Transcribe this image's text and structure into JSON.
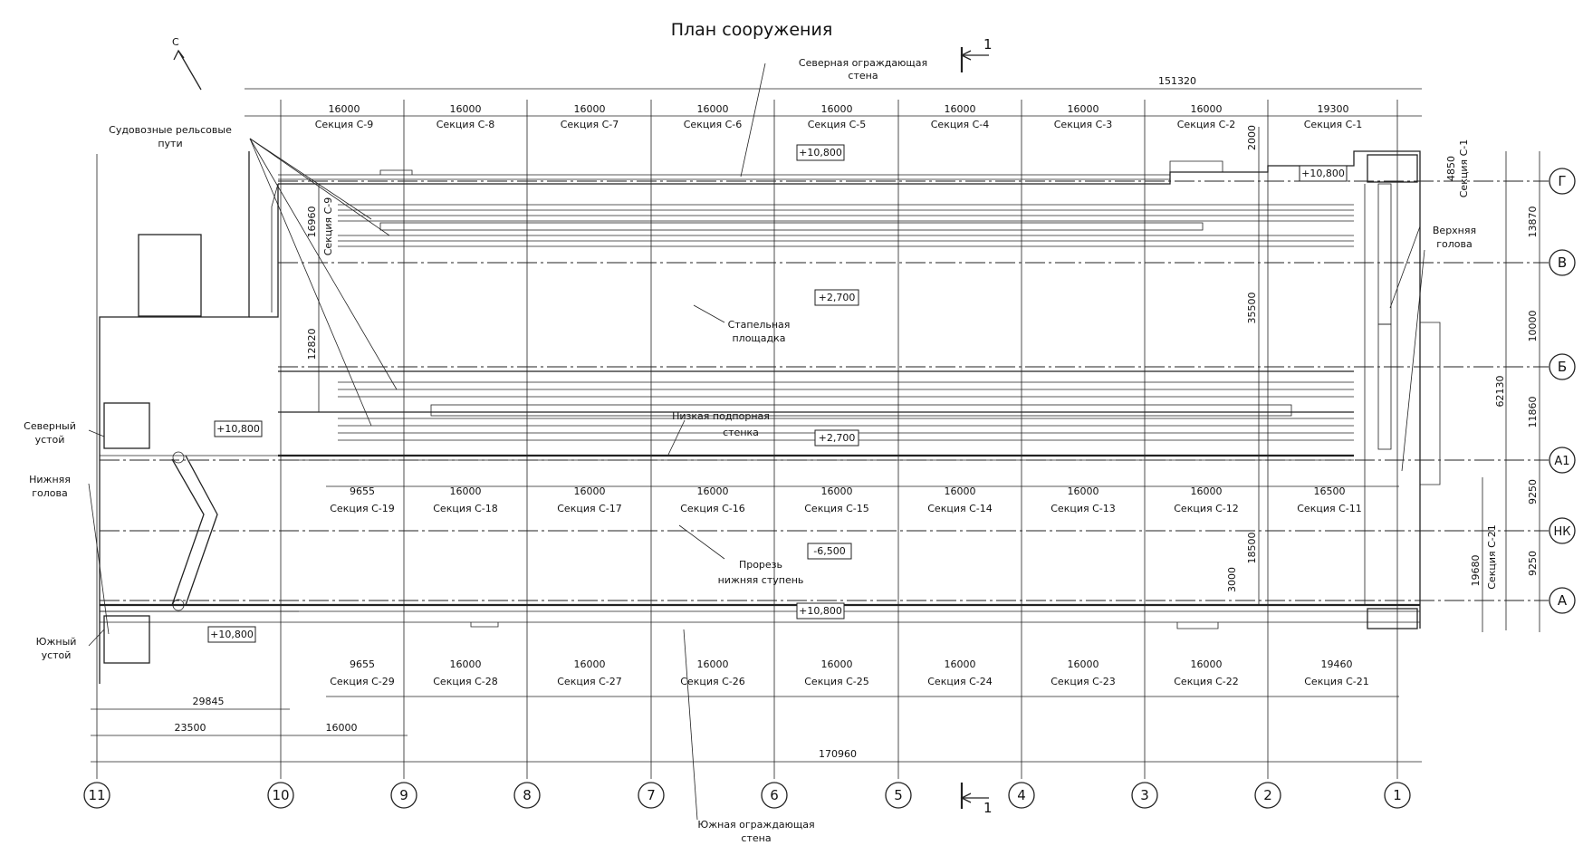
{
  "title": "План сооружения",
  "section_cut": "1",
  "north_label": "С",
  "labels": {
    "north_wall": [
      "Северная ограждающая",
      "стена"
    ],
    "south_wall": [
      "Южная ограждающая",
      "стена"
    ],
    "rails": [
      "Судовозные рельсовые",
      "пути"
    ],
    "slipway": [
      "Стапельная",
      "площадка"
    ],
    "low_wall": [
      "Низкая подпорная",
      "стенка"
    ],
    "cut": [
      "Прорезь",
      "нижняя ступень"
    ],
    "upper_head": [
      "Верхняя",
      "голова"
    ],
    "north_abutment": [
      "Северный",
      "устой"
    ],
    "lower_head": [
      "Нижняя",
      "голова"
    ],
    "south_abutment": [
      "Южный",
      "устой"
    ]
  },
  "elevations": [
    "+10,800",
    "+10,800",
    "+2,700",
    "+2,700",
    "-6,500",
    "+10,800",
    "+10,800",
    "+10,800"
  ],
  "overall_top": "151320",
  "overall_bottom": "170960",
  "bottom_dims": [
    "29845",
    "23500",
    "16000"
  ],
  "top_row": [
    {
      "dim": "16000",
      "sec": "Секция С-9"
    },
    {
      "dim": "16000",
      "sec": "Секция С-8"
    },
    {
      "dim": "16000",
      "sec": "Секция С-7"
    },
    {
      "dim": "16000",
      "sec": "Секция С-6"
    },
    {
      "dim": "16000",
      "sec": "Секция С-5"
    },
    {
      "dim": "16000",
      "sec": "Секция С-4"
    },
    {
      "dim": "16000",
      "sec": "Секция С-3"
    },
    {
      "dim": "16000",
      "sec": "Секция С-2"
    },
    {
      "dim": "19300",
      "sec": "Секция С-1"
    }
  ],
  "mid_row": [
    {
      "dim": "9655",
      "sec": "Секция С-19"
    },
    {
      "dim": "16000",
      "sec": "Секция С-18"
    },
    {
      "dim": "16000",
      "sec": "Секция С-17"
    },
    {
      "dim": "16000",
      "sec": "Секция С-16"
    },
    {
      "dim": "16000",
      "sec": "Секция С-15"
    },
    {
      "dim": "16000",
      "sec": "Секция С-14"
    },
    {
      "dim": "16000",
      "sec": "Секция С-13"
    },
    {
      "dim": "16000",
      "sec": "Секция С-12"
    },
    {
      "dim": "16500",
      "sec": "Секция С-11"
    }
  ],
  "bottom_row": [
    {
      "dim": "9655",
      "sec": "Секция С-29"
    },
    {
      "dim": "16000",
      "sec": "Секция С-28"
    },
    {
      "dim": "16000",
      "sec": "Секция С-27"
    },
    {
      "dim": "16000",
      "sec": "Секция С-26"
    },
    {
      "dim": "16000",
      "sec": "Секция С-25"
    },
    {
      "dim": "16000",
      "sec": "Секция С-24"
    },
    {
      "dim": "16000",
      "sec": "Секция С-23"
    },
    {
      "dim": "16000",
      "sec": "Секция С-22"
    },
    {
      "dim": "19460",
      "sec": "Секция С-21"
    }
  ],
  "vertical_dims": {
    "left_16960": "16960",
    "left_sec": "Секция С-9",
    "left_12820": "12820",
    "mid_2000": "2000",
    "mid_35500": "35500",
    "mid_18500": "18500",
    "mid_3000": "3000",
    "right_4850": "4850",
    "right_sec1": "Секция С-1",
    "right_13870": "13870",
    "right_10000": "10000",
    "right_11860": "11860",
    "right_9250a": "9250",
    "right_9250b": "9250",
    "right_62130": "62130",
    "right_19680": "19680",
    "right_sec21": "Секция С-21"
  },
  "axes_columns": [
    "11",
    "10",
    "9",
    "8",
    "7",
    "6",
    "5",
    "4",
    "3",
    "2",
    "1"
  ],
  "axes_rows": [
    "Г",
    "В",
    "Б",
    "А1",
    "НК",
    "А"
  ]
}
